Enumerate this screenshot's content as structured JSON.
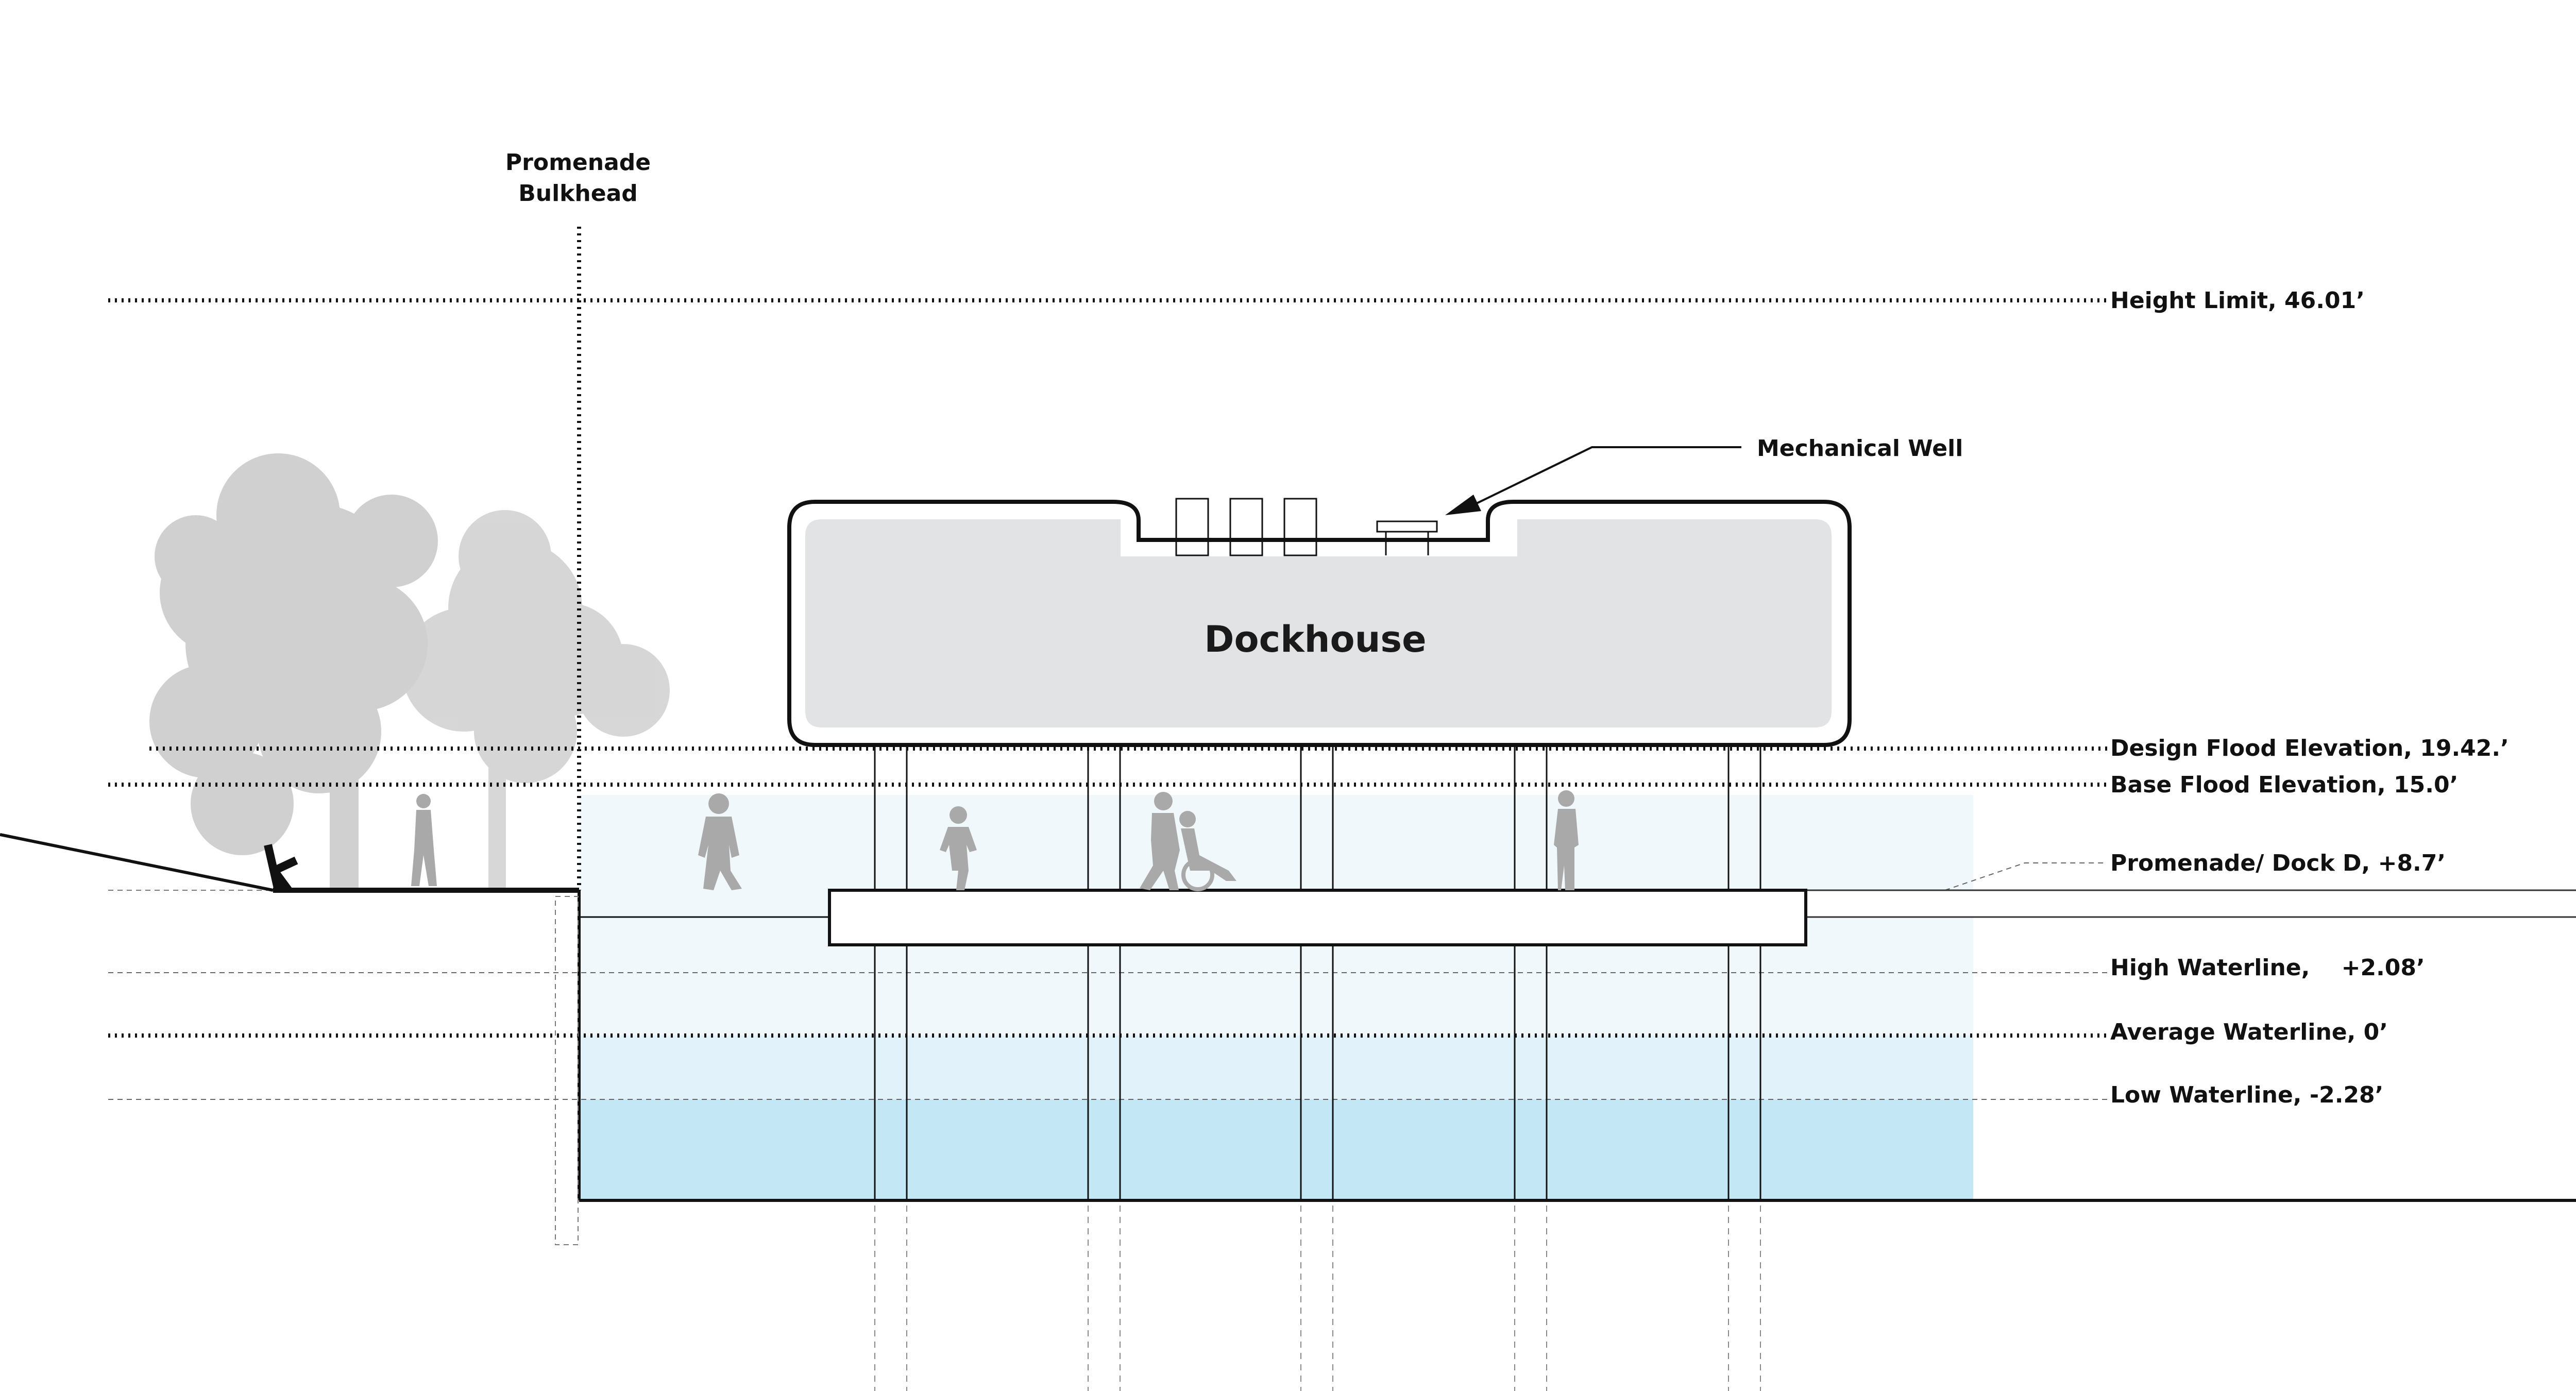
{
  "title": "Dockhouse",
  "callouts": {
    "bulkhead_line1": "Promenade",
    "bulkhead_line2": "Bulkhead",
    "mechanical_well": "Mechanical Well"
  },
  "levels": {
    "height_limit": "Height Limit, 46.01’",
    "design_flood": "Design Flood Elevation, 19.42.’",
    "base_flood": "Base Flood Elevation, 15.0’",
    "promenade_dock": "Promenade/ Dock D, +8.7’",
    "high_waterline": "High Waterline,    +2.08’",
    "average_waterline": "Average Waterline, 0’",
    "low_waterline": "Low Waterline, -2.28’"
  },
  "colors": {
    "water_deep": "#c4e7f6",
    "water_mid": "#e2f2fa",
    "flood_zone": "#f1f8fc",
    "building_fill": "#e2e3e5",
    "silhouette": "#a9a9a9",
    "tree": "#d0d0d0",
    "line": "#111111"
  }
}
